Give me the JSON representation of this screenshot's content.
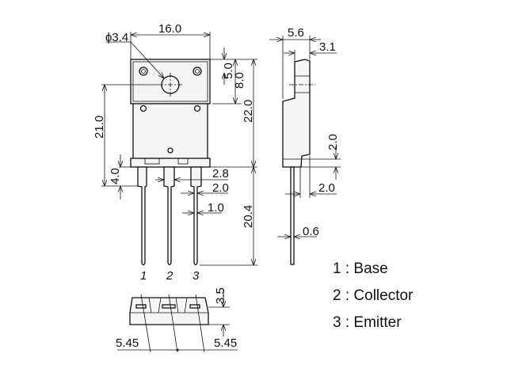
{
  "front_view": {
    "hole_diameter": "ϕ3.4",
    "width": "16.0",
    "hole_offset": "5.0",
    "tab_height": "8.0",
    "body_height": "22.0",
    "hole_to_leads": "21.0",
    "lead_shoulder": "4.0",
    "lead_wide": "2.8",
    "lead_mid": "2.0",
    "lead_thin": "1.0",
    "lead_length": "20.4",
    "pin_numbers": [
      "1",
      "2",
      "3"
    ]
  },
  "side_view": {
    "thickness": "5.6",
    "tab_thickness": "3.1",
    "step_height": "2.0",
    "step_width": "2.0",
    "lead_thickness": "0.6"
  },
  "bottom_view": {
    "height": "3.5",
    "pitch_left": "5.45",
    "pitch_right": "5.45"
  },
  "legend": [
    {
      "text": "1 : Base"
    },
    {
      "text": "2 : Collector"
    },
    {
      "text": "3 : Emitter"
    }
  ]
}
